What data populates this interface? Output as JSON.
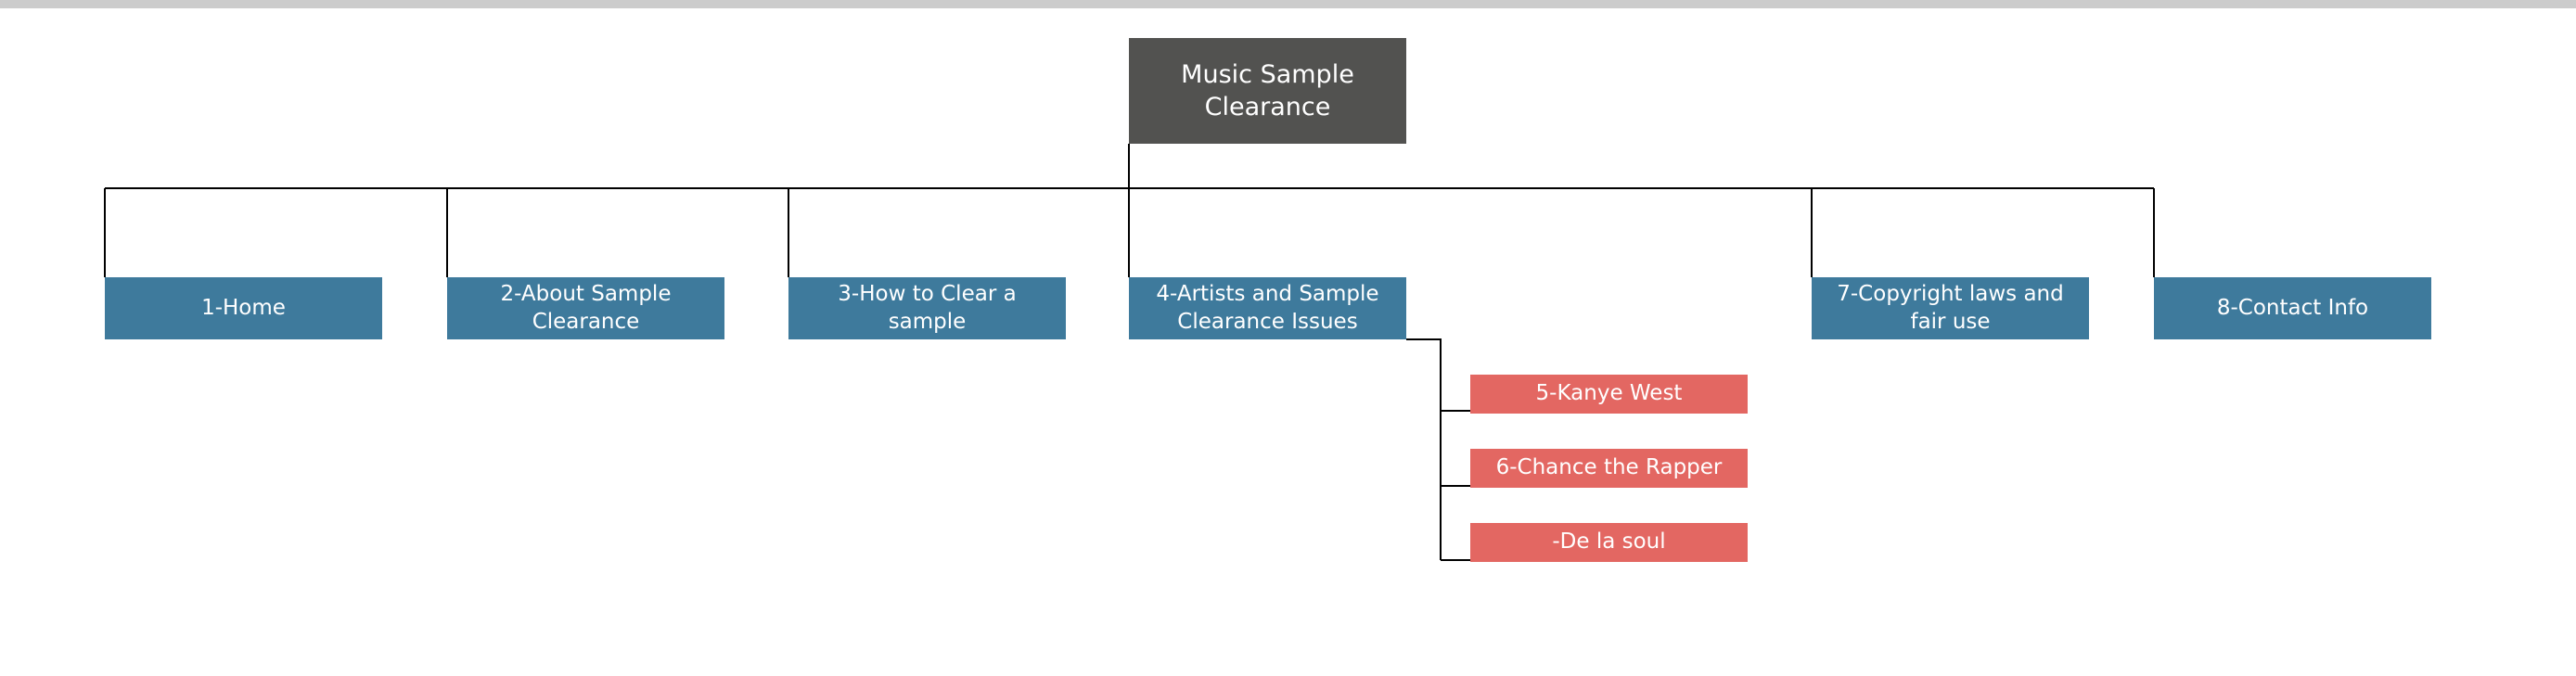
{
  "colors": {
    "root": "#525250",
    "page": "#3e7a9c",
    "sub": "#e36762",
    "line": "#000000",
    "top_strip": "#cccccc"
  },
  "root": {
    "label": "Music Sample Clearance"
  },
  "pages": [
    {
      "label": "1-Home"
    },
    {
      "label": "2-About Sample Clearance"
    },
    {
      "label": "3-How to Clear a sample"
    },
    {
      "label": "4-Artists and Sample Clearance Issues"
    },
    {
      "label": "7-Copyright laws and fair use"
    },
    {
      "label": "8-Contact Info"
    }
  ],
  "sub_pages": [
    {
      "label": "5-Kanye West"
    },
    {
      "label": "6-Chance the Rapper"
    },
    {
      "label": "-De la soul"
    }
  ]
}
